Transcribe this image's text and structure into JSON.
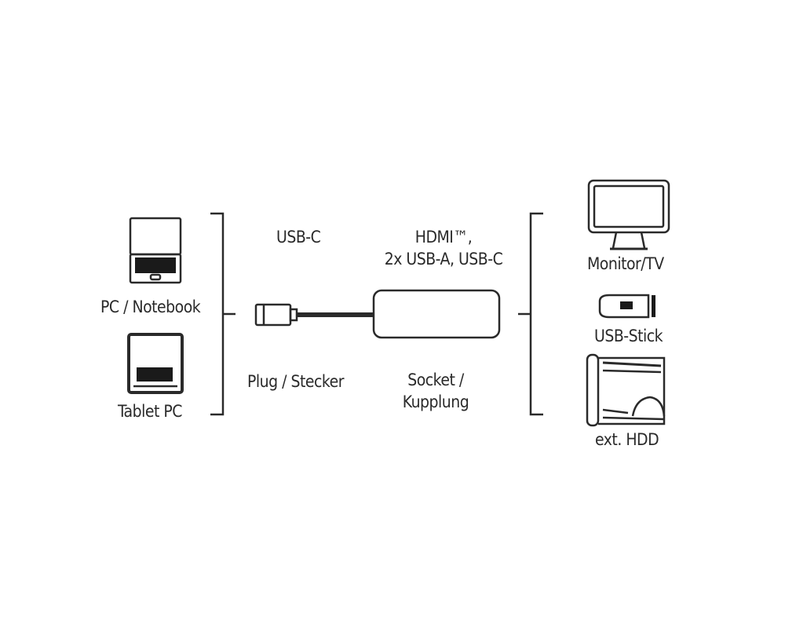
{
  "diagram": {
    "source_devices": [
      {
        "label": "PC / Notebook",
        "icon": "laptop-icon"
      },
      {
        "label": "Tablet PC",
        "icon": "tablet-icon"
      }
    ],
    "plug": {
      "type_label": "USB-C",
      "caption": "Plug / Stecker"
    },
    "socket": {
      "type_label_line1": "HDMI™,",
      "type_label_line2": "2x USB-A, USB-C",
      "caption_line1": "Socket /",
      "caption_line2": "Kupplung"
    },
    "target_devices": [
      {
        "label": "Monitor/TV",
        "icon": "monitor-icon"
      },
      {
        "label": "USB-Stick",
        "icon": "usb-stick-icon"
      },
      {
        "label": "ext. HDD",
        "icon": "external-hdd-icon"
      }
    ],
    "colors": {
      "line": "#2a2a2a",
      "background": "#ffffff"
    }
  }
}
